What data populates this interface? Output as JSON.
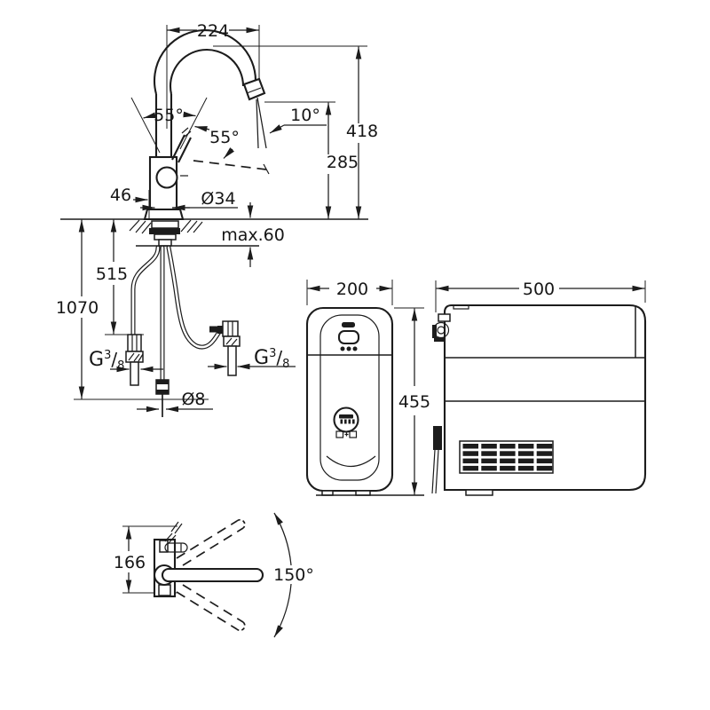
{
  "drawing": {
    "type": "technical-dimension-drawing",
    "colors": {
      "line": "#1c1c1c",
      "background": "#ffffff"
    },
    "views": {
      "faucet_front": {
        "spout_reach": "224",
        "total_height": "418",
        "outlet_height": "285",
        "lever_angle_left": "55°",
        "lever_angle_right": "55°",
        "stream_angle": "10°",
        "offset_46": "46",
        "body_diameter": "Ø34",
        "counter_thickness": "max.60",
        "hose_free_length": "515",
        "hose_total_length": "1070",
        "capillary_diameter": "Ø8",
        "thread_left": {
          "letter": "G",
          "numerator": "3",
          "slash": "/",
          "denominator": "8"
        },
        "thread_right": {
          "letter": "G",
          "numerator": "3",
          "slash": "/",
          "denominator": "8"
        }
      },
      "cooler_front": {
        "width": "200",
        "height": "455"
      },
      "cooler_side": {
        "depth": "500"
      },
      "faucet_top": {
        "base_depth": "166",
        "swivel_angle": "150°"
      }
    }
  }
}
